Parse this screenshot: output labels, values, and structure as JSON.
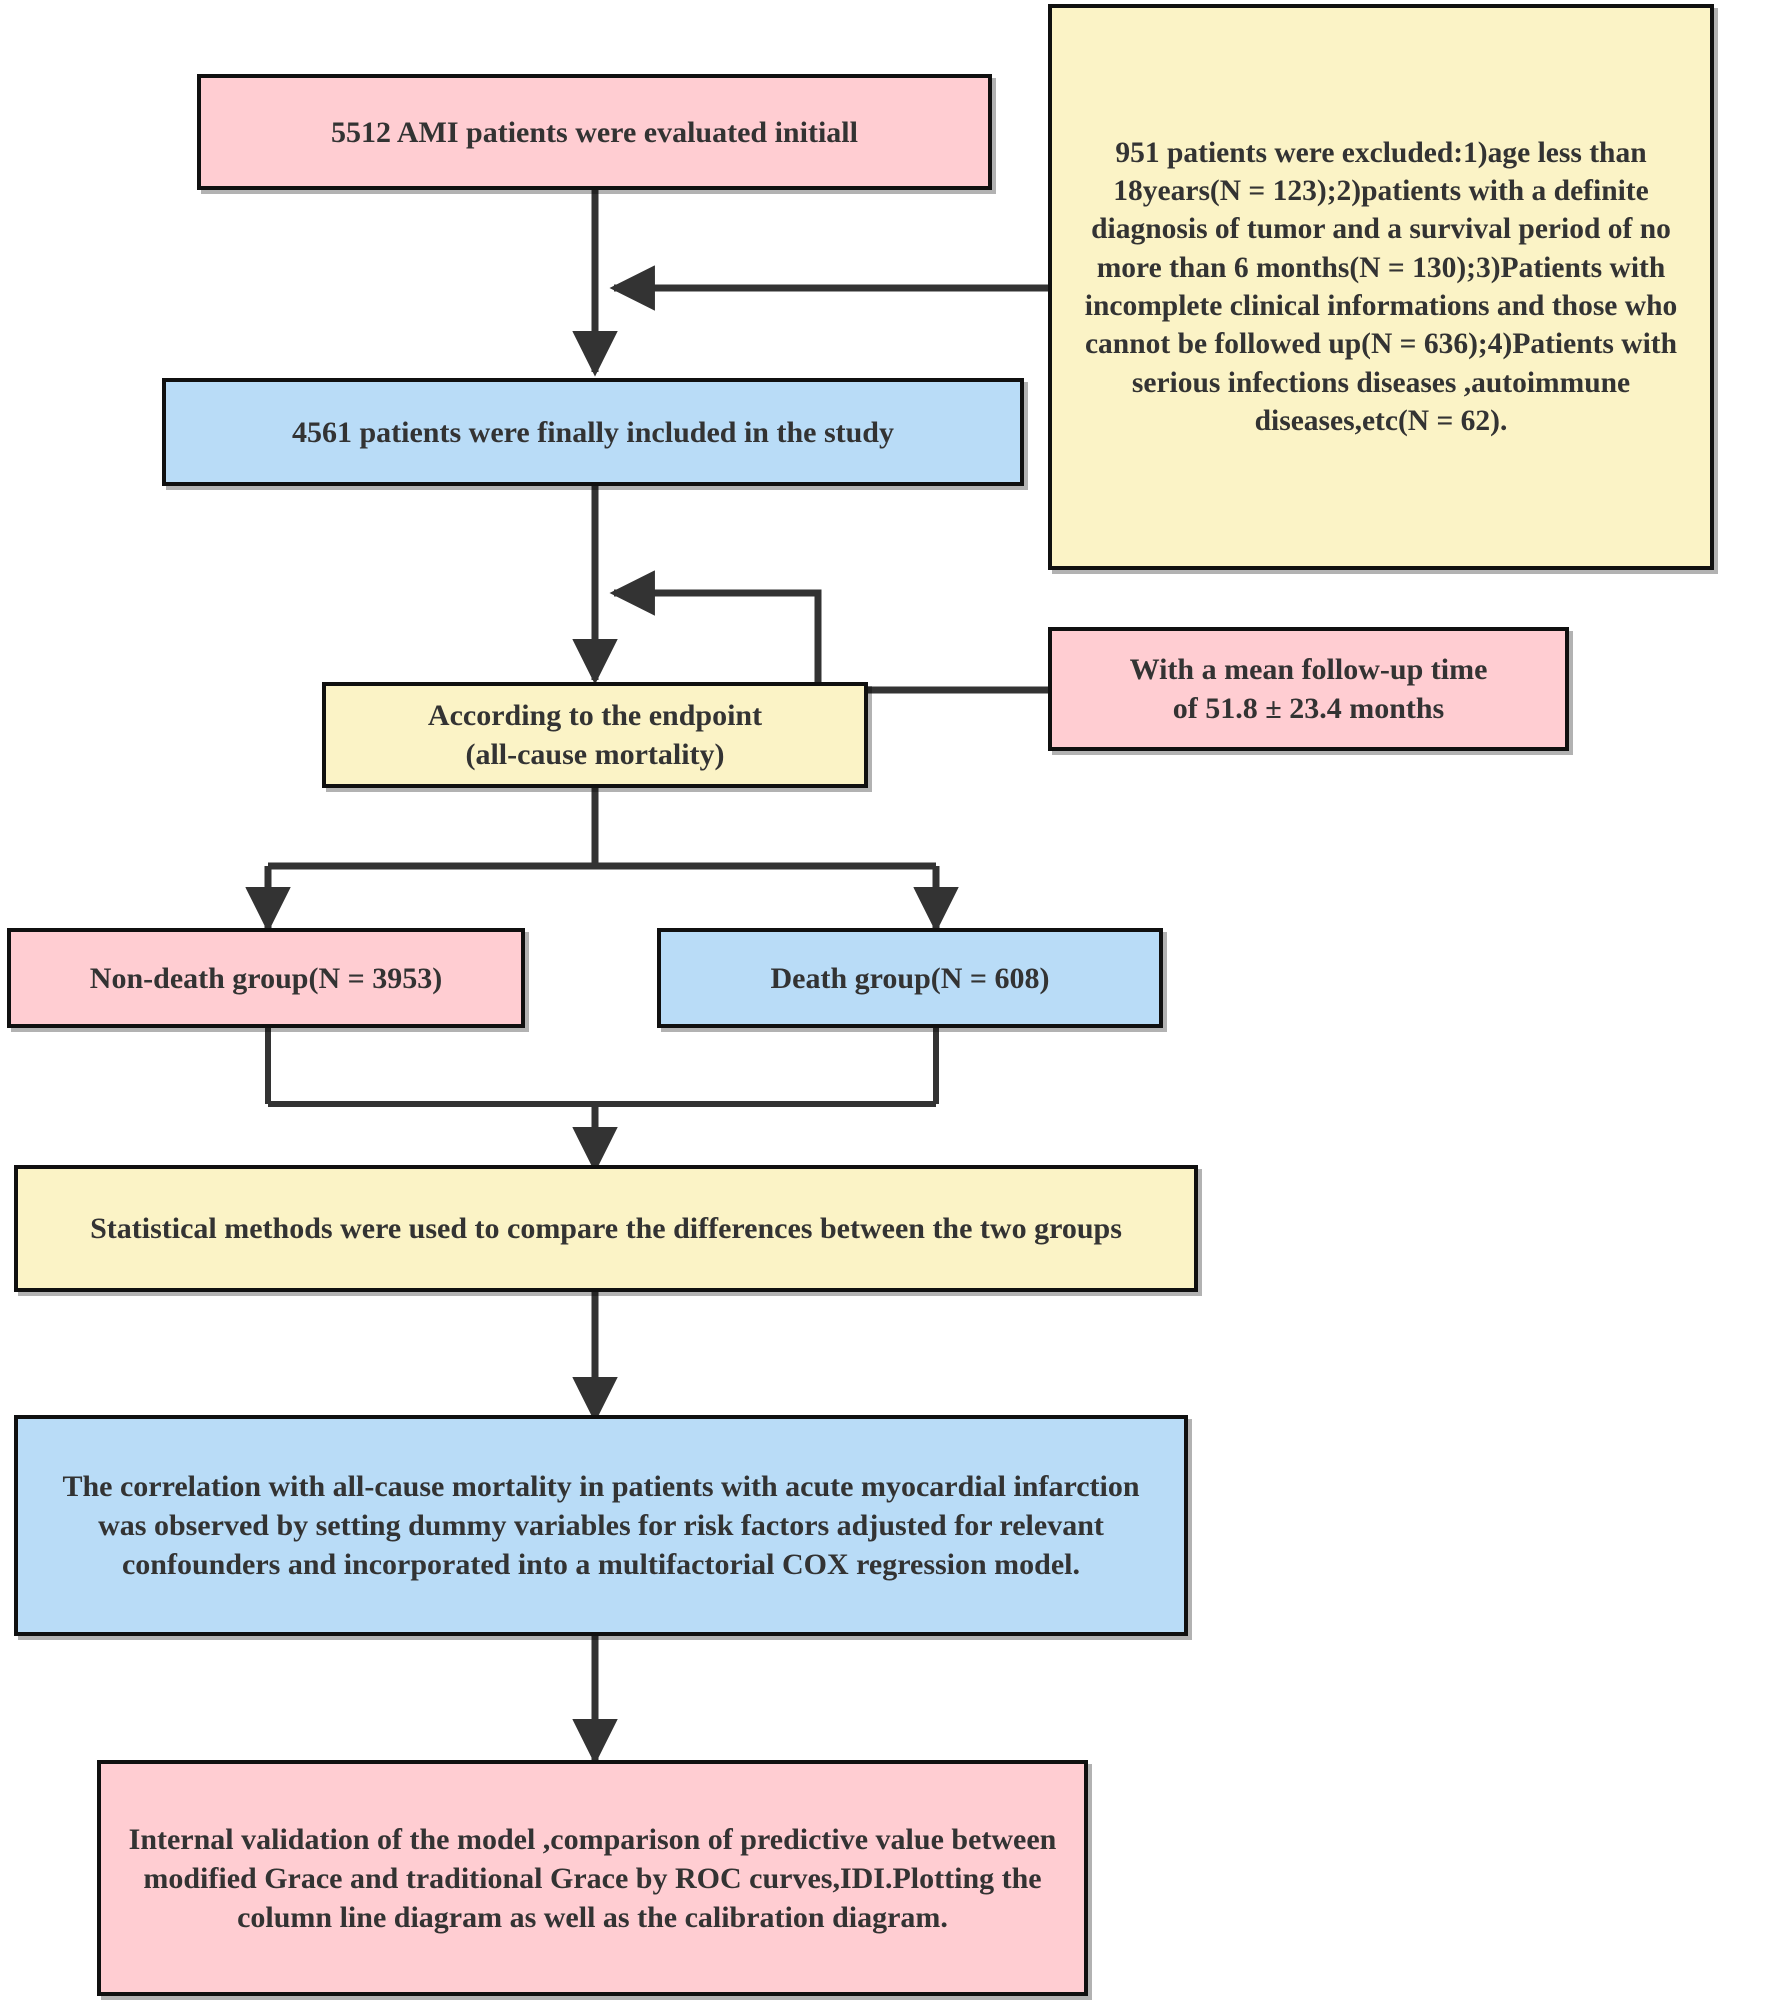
{
  "diagram": {
    "title": "AMI study flowchart",
    "colors": {
      "pink": "#ffcdd2",
      "blue": "#b9dcf7",
      "yellow": "#fbf3c6",
      "stroke": "#333333",
      "text": "#333333",
      "background": "#ffffff"
    },
    "nodes": {
      "initial_evaluation": {
        "label": "5512 AMI patients were evaluated initiall",
        "color": "pink"
      },
      "exclusions": {
        "label": "951 patients were excluded:1)age less than 18years(N = 123);2)patients with a definite diagnosis of tumor and a survival period of no more than 6 months(N = 130);3)Patients with incomplete clinical informations and those who cannot be followed up(N = 636);4)Patients with serious infections diseases ,autoimmune diseases,etc(N = 62).",
        "color": "yellow"
      },
      "included": {
        "label": "4561 patients were finally included in the study",
        "color": "blue"
      },
      "followup": {
        "label": "With a mean follow-up time\nof 51.8 ± 23.4 months",
        "color": "pink"
      },
      "endpoint": {
        "label": "According to the endpoint\n(all-cause mortality)",
        "color": "yellow"
      },
      "non_death_group": {
        "label": "Non-death group(N = 3953)",
        "color": "pink"
      },
      "death_group": {
        "label": "Death group(N = 608)",
        "color": "blue"
      },
      "statistics": {
        "label": "Statistical methods were used to compare the differences between the two groups",
        "color": "yellow"
      },
      "cox_model": {
        "label": "The correlation with all-cause mortality in patients with acute myocardial infarction was observed by setting dummy variables for risk factors adjusted for relevant confounders and incorporated into a multifactorial COX regression model.",
        "color": "blue"
      },
      "validation": {
        "label": "Internal validation of the model ,comparison of predictive value between modified Grace and traditional Grace by ROC curves,IDI.Plotting the column line diagram as well as the calibration diagram.",
        "color": "pink"
      }
    }
  }
}
